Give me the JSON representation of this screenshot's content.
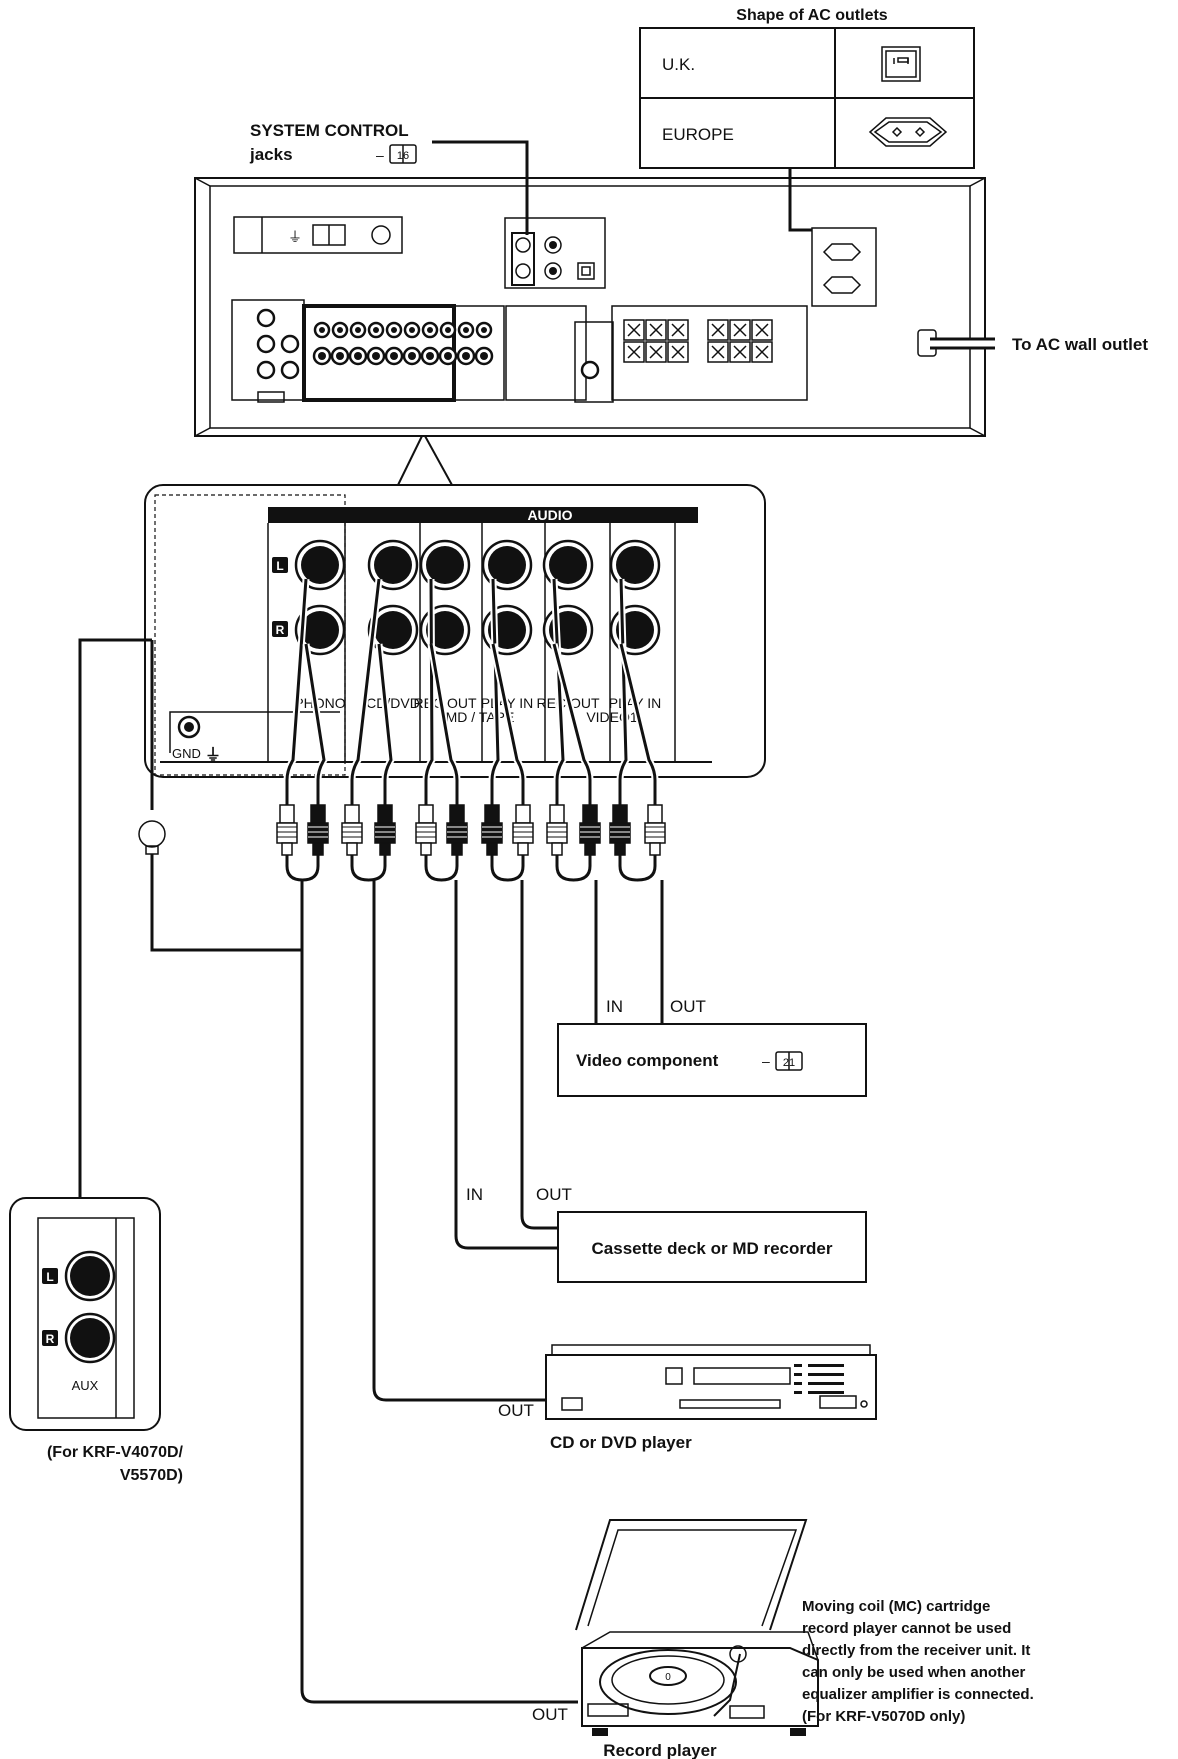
{
  "ac_outlets": {
    "title": "Shape of AC outlets",
    "rows": [
      {
        "region": "U.K.",
        "icon": "uk-outlet-icon"
      },
      {
        "region": "EUROPE",
        "icon": "europe-outlet-icon"
      }
    ]
  },
  "system_control": {
    "line1": "SYSTEM CONTROL",
    "line2": "jacks",
    "page_ref": "16"
  },
  "ac_wall_outlet": "To AC wall outlet",
  "audio_panel": {
    "header": "AUDIO",
    "channel_left": "L",
    "channel_right": "R",
    "labels": [
      "PHONO",
      "CD/DVD",
      "REC OUT",
      "PLAY IN",
      "REC OUT",
      "PLAY IN"
    ],
    "group_labels": [
      "MD / TAPE",
      "VIDEO1"
    ],
    "gnd": "GND"
  },
  "video_component": {
    "label": "Video component",
    "page_ref": "21",
    "in": "IN",
    "out": "OUT"
  },
  "cassette_deck": {
    "label": "Cassette deck or MD recorder",
    "in": "IN",
    "out": "OUT"
  },
  "cd_player": {
    "label": "CD or DVD player",
    "out": "OUT"
  },
  "aux": {
    "label": "AUX",
    "l": "L",
    "r": "R",
    "note_line1": "(For KRF-V4070D/",
    "note_line2": "V5570D)"
  },
  "record_player": {
    "label": "Record player",
    "out": "OUT",
    "note": [
      "Moving coil (MC) cartridge",
      "record player cannot be used",
      "directly from the receiver unit. It",
      "can only be used when another",
      "equalizer amplifier is connected.",
      "(For KRF-V5070D only)"
    ]
  }
}
